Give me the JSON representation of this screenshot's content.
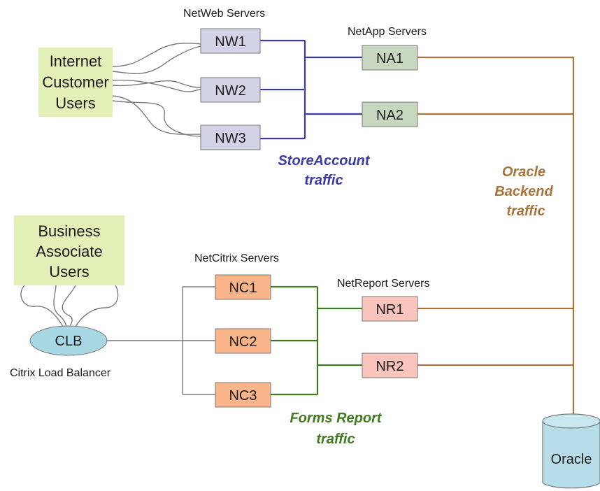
{
  "colors": {
    "user_box": "#e2f0b8",
    "netweb_box": "#d3d3e8",
    "netapp_box": "#c8d8c0",
    "netcitrix_box": "#f9b489",
    "netreport_box": "#f8c4bb",
    "clb_fill": "#a7d8e3",
    "oracle_fill": "#b7dde9",
    "store_traffic": "#3a3aa8",
    "oracle_traffic": "#a9733a",
    "forms_traffic": "#3f7a1e",
    "gray_line": "#7a7a7a"
  },
  "groups": {
    "netweb": "NetWeb Servers",
    "netapp": "NetApp Servers",
    "netcitrix": "NetCitrix Servers",
    "netreport": "NetReport Servers"
  },
  "users": {
    "internet": [
      "Internet",
      "Customer",
      "Users"
    ],
    "business": [
      "Business",
      "Associate",
      "Users"
    ]
  },
  "servers": {
    "nw1": "NW1",
    "nw2": "NW2",
    "nw3": "NW3",
    "na1": "NA1",
    "na2": "NA2",
    "nc1": "NC1",
    "nc2": "NC2",
    "nc3": "NC3",
    "nr1": "NR1",
    "nr2": "NR2"
  },
  "clb": {
    "label": "CLB",
    "caption": "Citrix Load Balancer"
  },
  "oracle": {
    "label": "Oracle"
  },
  "traffic": {
    "store": [
      "StoreAccount",
      "traffic"
    ],
    "oracle": [
      "Oracle",
      "Backend",
      "traffic"
    ],
    "forms": [
      "Forms Report",
      "traffic"
    ]
  }
}
